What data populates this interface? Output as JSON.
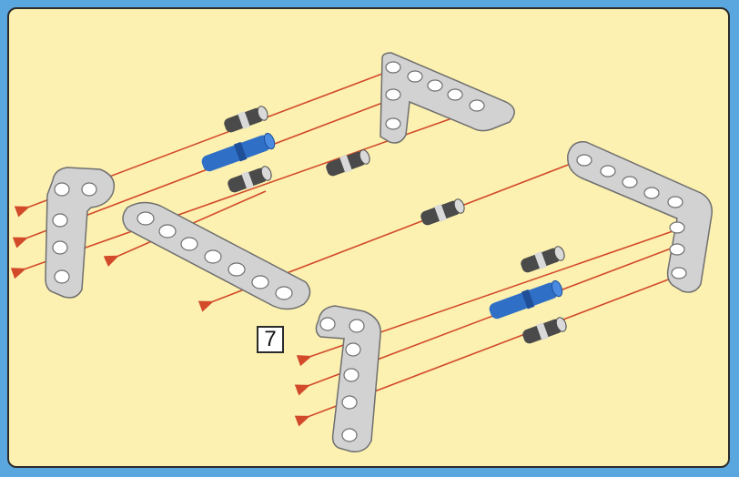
{
  "step": {
    "number": "7"
  },
  "colors": {
    "background": "#fcf1b1",
    "outer": "#5aa7e0",
    "border": "#2b2b2b",
    "beam": "#d2d2d2",
    "beam_outline": "#6f6f6f",
    "pin_gray": "#4a4a4a",
    "pin_light": "#d9d9d9",
    "pin_blue": "#2f6fc6",
    "guide_line": "#d24a2a"
  },
  "parts": {
    "beams": [
      "l-beam-top-right",
      "l-beam-left",
      "straight-beam",
      "l-beam-right",
      "l-beam-bottom"
    ],
    "pins": [
      "gray-friction-pin",
      "blue-axle-pin"
    ]
  }
}
